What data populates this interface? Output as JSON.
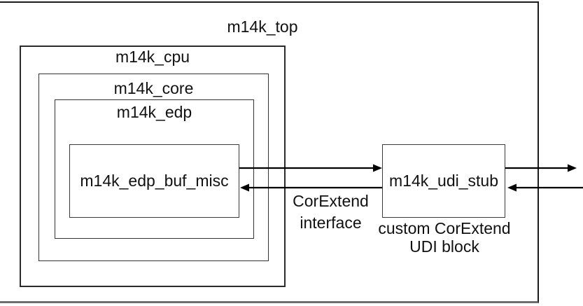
{
  "diagram": {
    "title_block": "m14k_top",
    "blocks": {
      "top": {
        "label": "m14k_top"
      },
      "cpu": {
        "label": "m14k_cpu"
      },
      "core": {
        "label": "m14k_core"
      },
      "edp": {
        "label": "m14k_edp"
      },
      "buf_misc": {
        "label": "m14k_edp_buf_misc"
      },
      "udi_stub": {
        "label": "m14k_udi_stub"
      }
    },
    "annotations": {
      "interface_line1": "CorExtend",
      "interface_line2": "interface",
      "udi_caption_line1": "custom CorExtend",
      "udi_caption_line2": "UDI block"
    },
    "connections": {
      "buf_to_stub": "m14k_edp_buf_misc to m14k_udi_stub",
      "stub_to_buf": "m14k_udi_stub to m14k_edp_buf_misc",
      "stub_out_right": "m14k_udi_stub output to external",
      "external_in_right": "external input to m14k_udi_stub"
    },
    "colors": {
      "background": "#ffffff",
      "border": "#1c1c1c",
      "border_soft": "#6f6f6f",
      "arrow": "#000000",
      "text": "#111111"
    }
  }
}
